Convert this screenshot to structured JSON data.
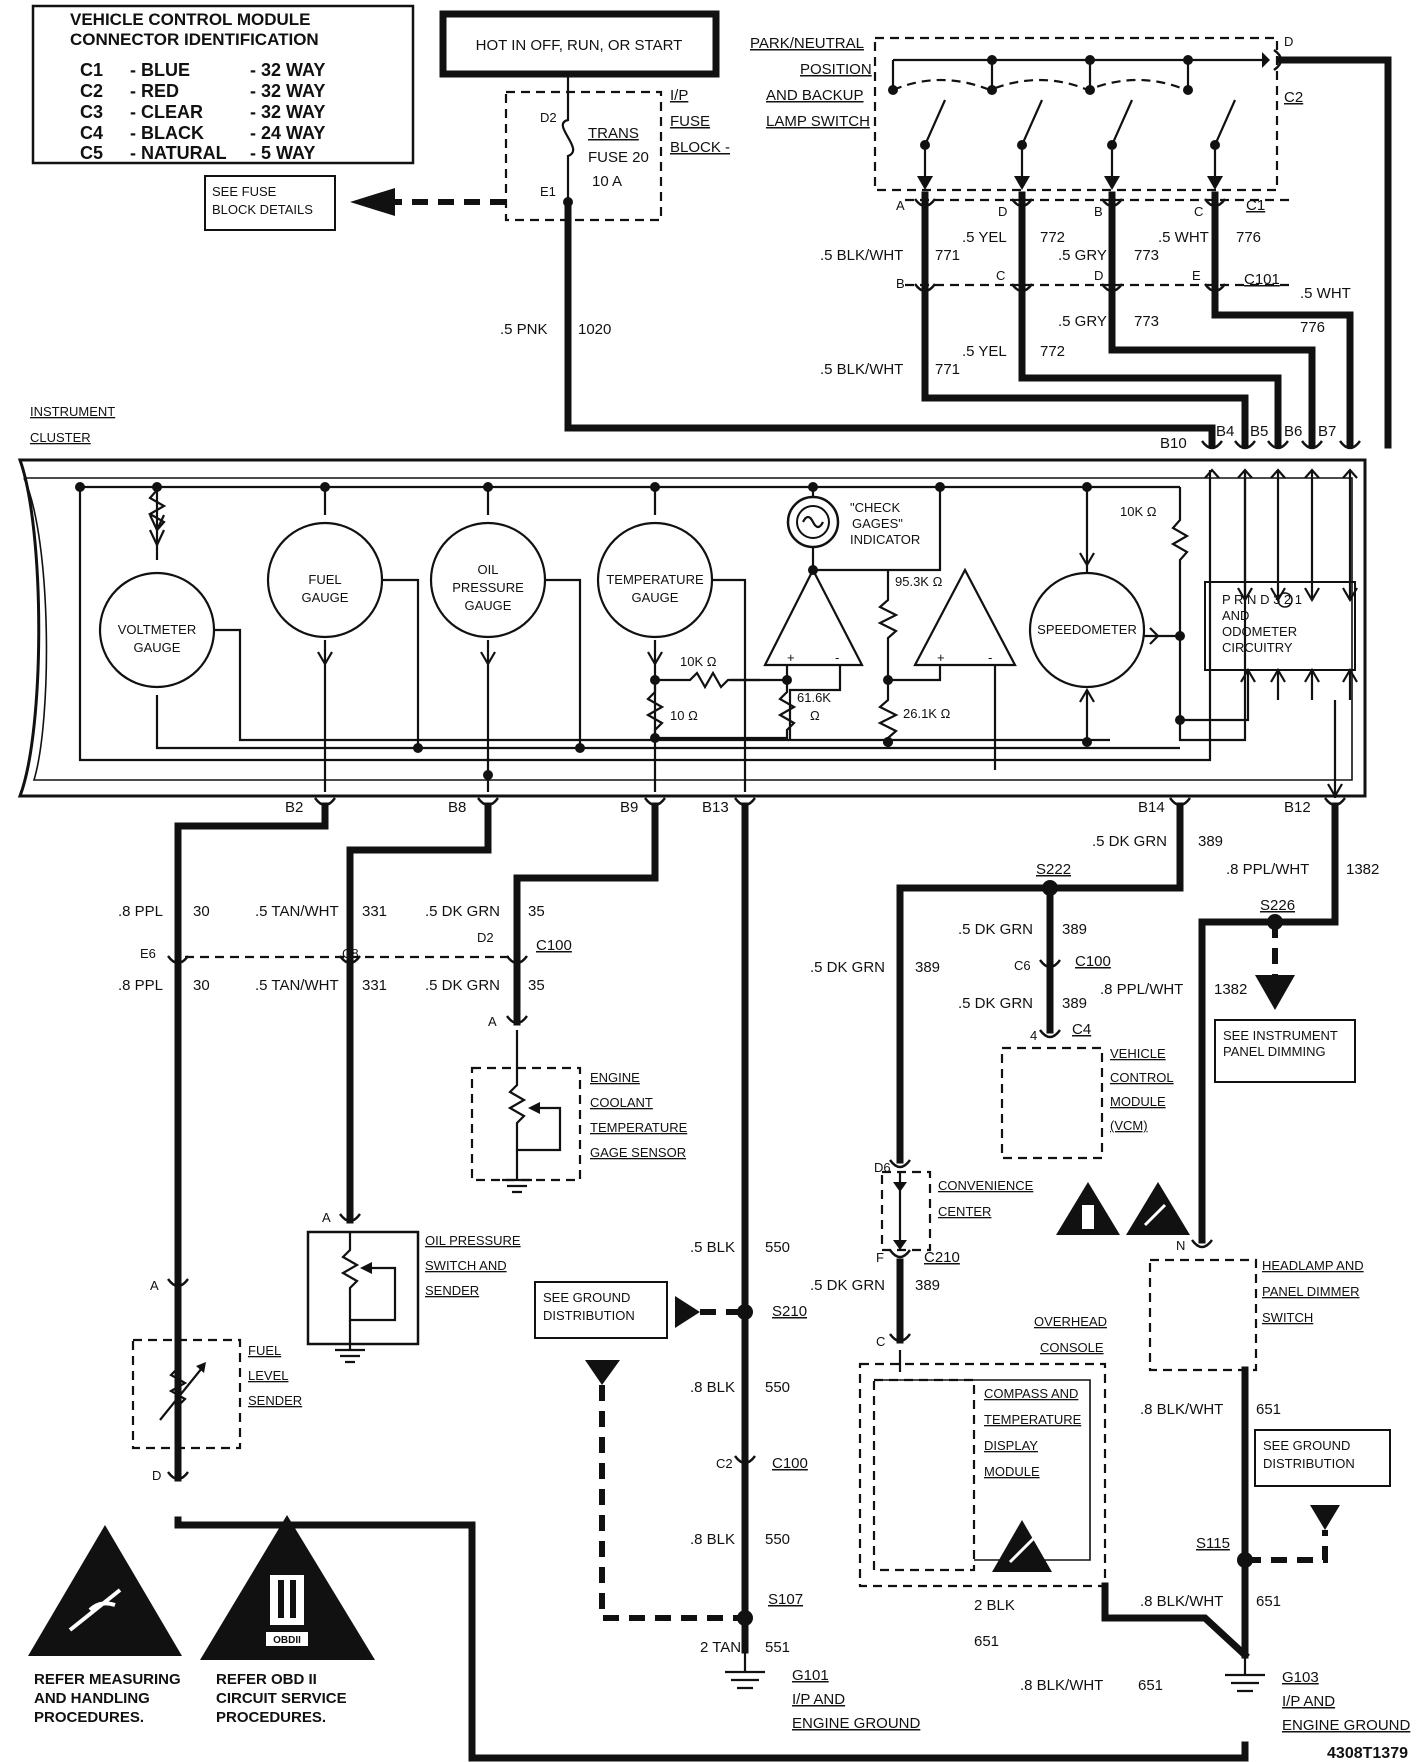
{
  "header_box": {
    "title_line1": "VEHICLE CONTROL MODULE",
    "title_line2": "CONNECTOR IDENTIFICATION",
    "rows": [
      {
        "id": "C1",
        "color": "BLUE",
        "ways": "32 WAY"
      },
      {
        "id": "C2",
        "color": "RED",
        "ways": "32 WAY"
      },
      {
        "id": "C3",
        "color": "CLEAR",
        "ways": "32 WAY"
      },
      {
        "id": "C4",
        "color": "BLACK",
        "ways": "24 WAY"
      },
      {
        "id": "C5",
        "color": "NATURAL",
        "ways": "5 WAY"
      }
    ]
  },
  "power": {
    "hot_label": "HOT IN OFF, RUN, OR START",
    "fuse_name": "TRANS",
    "fuse_id": "FUSE 20",
    "fuse_rating": "10 A",
    "block_label": [
      "I/P",
      "FUSE",
      "BLOCK -"
    ],
    "pin_d2": "D2",
    "pin_e1": "E1",
    "see_fuse": [
      "SEE FUSE",
      "BLOCK DETAILS"
    ],
    "wire_gauge": ".5 PNK",
    "wire_circuit": "1020"
  },
  "park_switch": {
    "label": [
      "PARK/NEUTRAL",
      "POSITION",
      "AND BACKUP",
      "LAMP SWITCH"
    ],
    "conn_c2": "C2",
    "pin_d_top": "D",
    "pins_c1": [
      "A",
      "D",
      "B",
      "C"
    ],
    "conn_c1": "C1",
    "conn_c101": "C101",
    "pins_c101": [
      "B",
      "C",
      "D",
      "E"
    ],
    "wires": [
      {
        "gauge": ".5 BLK/WHT",
        "circuit": "771"
      },
      {
        "gauge": ".5 YEL",
        "circuit": "772"
      },
      {
        "gauge": ".5 GRY",
        "circuit": "773"
      },
      {
        "gauge": ".5 WHT",
        "circuit": "776"
      }
    ]
  },
  "cluster": {
    "title": [
      "INSTRUMENT",
      "CLUSTER"
    ],
    "gauges": [
      {
        "name": [
          "VOLTMETER",
          "GAUGE"
        ]
      },
      {
        "name": [
          "FUEL",
          "GAUGE"
        ]
      },
      {
        "name": [
          "OIL",
          "PRESSURE",
          "GAUGE"
        ]
      },
      {
        "name": [
          "TEMPERATURE",
          "GAUGE"
        ]
      },
      {
        "name": [
          "SPEEDOMETER"
        ]
      }
    ],
    "check_gages": [
      "\"CHECK",
      "GAGES\"",
      "INDICATOR"
    ],
    "resistors": {
      "r10k_top": "10K Ω",
      "r95k": "95.3K Ω",
      "r10k": "10K Ω",
      "r10": "10 Ω",
      "r61k": "61.6K",
      "r61k_unit": "Ω",
      "r26k": "26.1K Ω"
    },
    "prnd": {
      "line1": "P R N",
      "d": "D",
      "nums": "3 2 1",
      "line2": "AND",
      "line3": "ODOMETER",
      "line4": "CIRCUITRY"
    },
    "top_pins": [
      "B10",
      "B4",
      "B5",
      "B6",
      "B7"
    ],
    "bottom_pins": [
      "B2",
      "B8",
      "B9",
      "B13",
      "B14",
      "B12"
    ]
  },
  "lower": {
    "fuel": {
      "wire": ".8 PPL",
      "circuit": "30",
      "pin_e6": "E6",
      "pin_a": "A",
      "pin_d": "D",
      "label": [
        "FUEL",
        "LEVEL",
        "SENDER"
      ]
    },
    "oil": {
      "wire": ".5 TAN/WHT",
      "circuit": "331",
      "pin_c8": "C8",
      "pin_a": "A",
      "label": [
        "OIL PRESSURE",
        "SWITCH AND",
        "SENDER"
      ]
    },
    "coolant": {
      "wire": ".5 DK GRN",
      "circuit": "35",
      "pin_d2": "D2",
      "conn": "C100",
      "pin_a": "A",
      "label": [
        "ENGINE",
        "COOLANT",
        "TEMPERATURE",
        "GAGE SENSOR"
      ]
    },
    "ground_blk": {
      "wire1": ".5 BLK",
      "circuit1": "550",
      "splice": "S210",
      "wire2": ".8 BLK",
      "circuit2": "550",
      "pin_c2": "C2",
      "conn": "C100",
      "wire3": ".8 BLK",
      "circuit3": "550",
      "splice2": "S107",
      "wire4": "2 TAN",
      "circuit4": "551",
      "ground": "G101",
      "ground_label": [
        "I/P AND",
        "ENGINE GROUND"
      ]
    },
    "see_ground_left": [
      "SEE GROUND",
      "DISTRIBUTION"
    ],
    "dkgrn": {
      "wire": ".5 DK GRN",
      "circuit": "389",
      "splice": "S222",
      "pin_c6": "C6",
      "conn": "C100",
      "pin_4": "4",
      "conn_c4": "C4",
      "vcm": [
        "VEHICLE",
        "CONTROL",
        "MODULE",
        "(VCM)"
      ],
      "pin_d6": "D6",
      "conv": [
        "CONVENIENCE",
        "CENTER"
      ],
      "pin_f": "F",
      "conn_c210": "C210",
      "pin_c": "C"
    },
    "overhead": {
      "label": [
        "OVERHEAD",
        "CONSOLE"
      ],
      "module": [
        "COMPASS AND",
        "TEMPERATURE",
        "DISPLAY",
        "MODULE"
      ]
    },
    "ppl": {
      "wire": ".8 PPL/WHT",
      "circuit": "1382",
      "splice": "S226",
      "see": [
        "SEE INSTRUMENT",
        "PANEL DIMMING"
      ],
      "pin_n": "N",
      "dimmer": [
        "HEADLAMP AND",
        "PANEL DIMMER",
        "SWITCH"
      ]
    },
    "ground2": {
      "wire": ".8 BLK/WHT",
      "circuit": "651",
      "splice": "S115",
      "wire_2blk": "2 BLK",
      "circuit_2blk": "651",
      "ground": "G103",
      "ground_label": [
        "I/P AND",
        "ENGINE GROUND"
      ],
      "see": [
        "SEE GROUND",
        "DISTRIBUTION"
      ]
    },
    "footer": {
      "measure": [
        "REFER MEASURING",
        "AND HANDLING",
        "PROCEDURES."
      ],
      "obd": [
        "REFER OBD II",
        "CIRCUIT SERVICE",
        "PROCEDURES."
      ],
      "obd_badge": "OBDII",
      "code": "4308T1379"
    }
  }
}
